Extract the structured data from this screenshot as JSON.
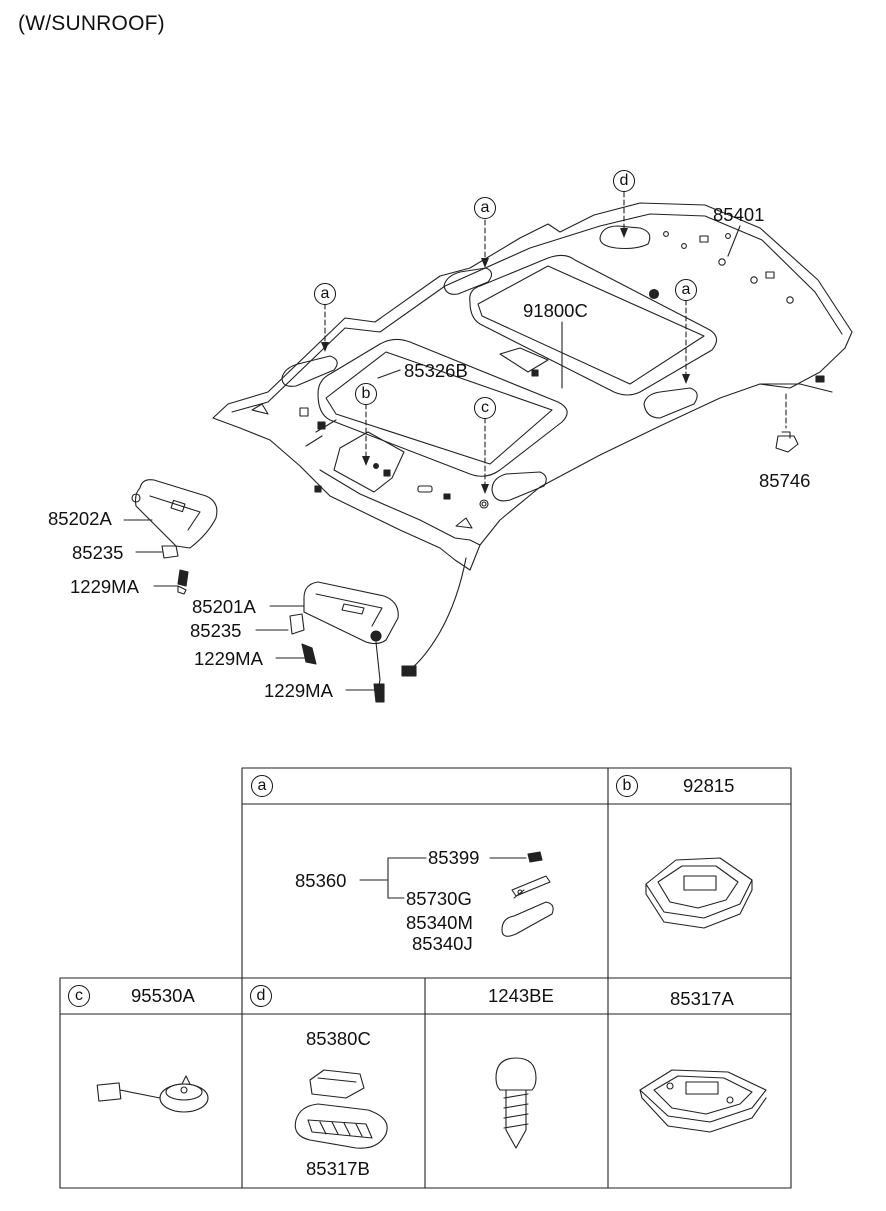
{
  "title": "(W/SUNROOF)",
  "callouts": {
    "a1": "a",
    "a2": "a",
    "a3": "a",
    "b": "b",
    "c": "c",
    "d": "d"
  },
  "parts": {
    "p85401": "85401",
    "p91800C": "91800C",
    "p85326B": "85326B",
    "p85746": "85746",
    "p85202A": "85202A",
    "p85235_1": "85235",
    "p1229MA_1": "1229MA",
    "p85201A": "85201A",
    "p85235_2": "85235",
    "p1229MA_2": "1229MA",
    "p1229MA_3": "1229MA"
  },
  "table": {
    "a": {
      "letter": "a",
      "main": "85360",
      "items": [
        "85399",
        "85730G",
        "85340M",
        "85340J"
      ]
    },
    "b": {
      "letter": "b",
      "part": "92815"
    },
    "c": {
      "letter": "c",
      "part": "95530A"
    },
    "d": {
      "letter": "d",
      "parts": [
        "85380C",
        "85317B"
      ]
    },
    "e": {
      "part": "1243BE"
    },
    "f": {
      "part": "85317A"
    }
  }
}
